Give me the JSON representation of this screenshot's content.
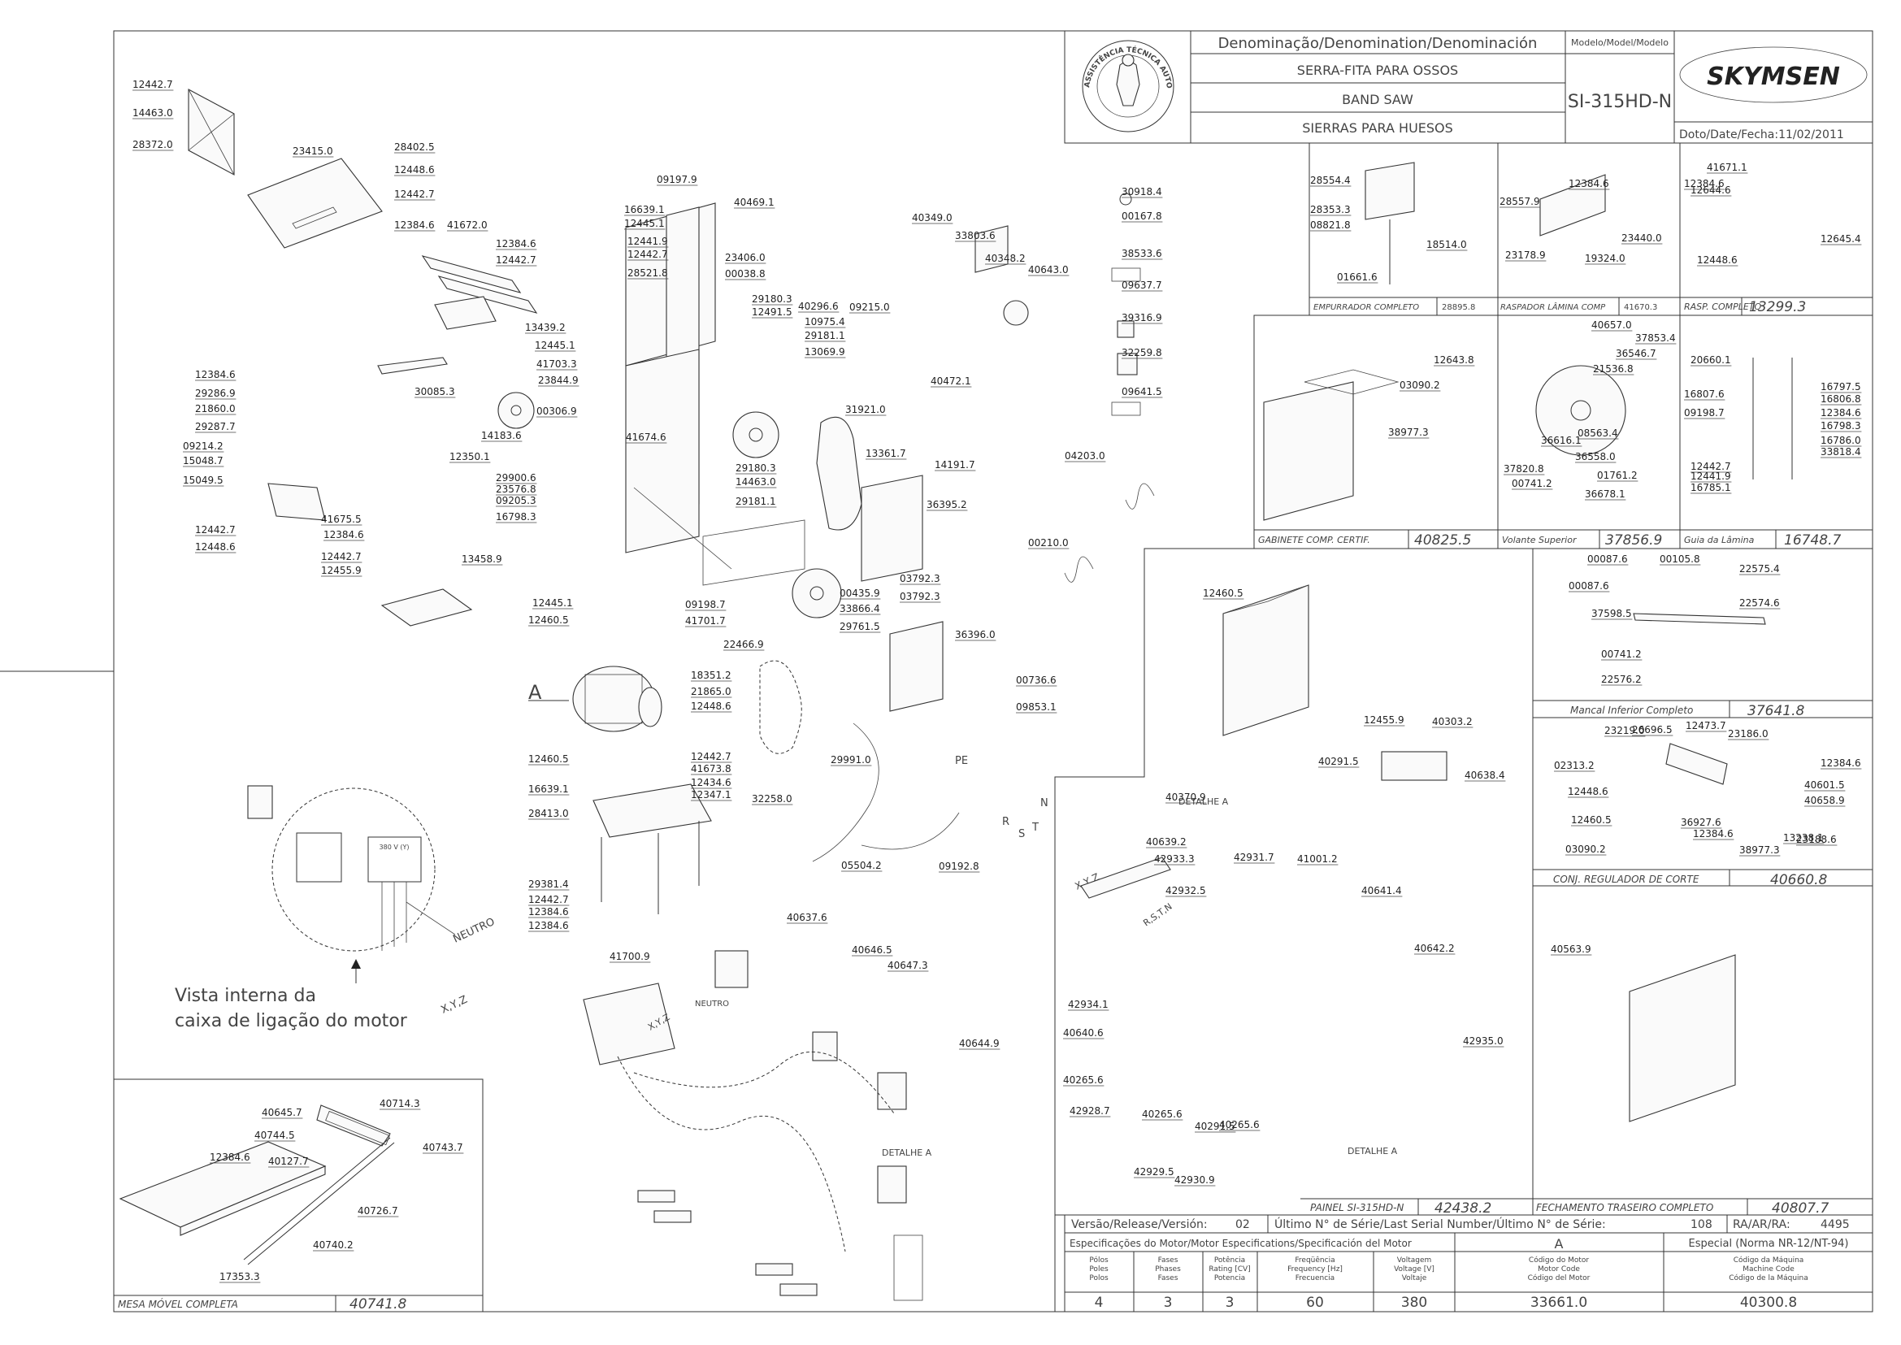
{
  "title_block": {
    "denomination_header": "Denominação/Denomination/Denominación",
    "model_header": "Modelo/Model/Modelo",
    "names": [
      "SERRA-FITA PARA OSSOS",
      "BAND SAW",
      "SIERRAS PARA HUESOS"
    ],
    "model": "SI-315HD-N",
    "brand": "SKYMSEN",
    "seal_text": "ASSISTÊNCIA TÉCNICA AUTORIZADA",
    "date_label": "Doto/Date/Fecha:",
    "date": "11/02/2011"
  },
  "assemblies": [
    {
      "name": "EMPURRADOR COMPLETO",
      "code": "28895.8"
    },
    {
      "name": "RASPADOR LÂMINA COMP",
      "code": "41670.3"
    },
    {
      "name": "RASP. COMPLETO",
      "code": "13299.3"
    },
    {
      "name": "GABINETE COMP. CERTIF.",
      "code": "40825.5"
    },
    {
      "name": "Volante Superior",
      "code": "37856.9"
    },
    {
      "name": "Guia da Lâmina",
      "code": "16748.7"
    },
    {
      "name": "Mancal Inferior Completo",
      "code": "37641.8"
    },
    {
      "name": "CONJ. REGULADOR DE CORTE",
      "code": "40660.8"
    },
    {
      "name": "PAINEL SI-315HD-N",
      "code": "42438.2"
    },
    {
      "name": "FECHAMENTO TRASEIRO COMPLETO",
      "code": "40807.7"
    },
    {
      "name": "MESA MÓVEL COMPLETA",
      "code": "40741.8"
    }
  ],
  "annotations": {
    "motor_view": [
      "Vista interna da",
      "caixa de ligação do motor"
    ],
    "detail_a": "DETALHE A",
    "neutro": "NEUTRO",
    "xyz": "X,Y,Z",
    "voltage_box": "380 V (Y)",
    "callout_a": "A",
    "wire_labels": [
      "PE",
      "N",
      "R",
      "S",
      "T"
    ],
    "rstn": "R,S,T,N"
  },
  "footer": {
    "version_label": "Versão/Release/Versión:",
    "version": "02",
    "serial_label": "Último N° de Série/Last Serial Number/Último N° de Série:",
    "serial": "108",
    "ra_label": "RA/AR/RA:",
    "ra": "4495",
    "motor_spec_label": "Especificações do Motor/Motor Especifications/Specificación del Motor",
    "motor_letter": "A",
    "special_label": "Especial (Norma NR-12/NT-94)",
    "columns": [
      "Pólos\nPoles\nPolos",
      "Fases\nPhases\nFases",
      "Potência\nRating [CV]\nPotencia",
      "Freqüência\nFrequency [Hz]\nFrecuencia",
      "Voltagem\nVoltage [V]\nVoltaje",
      "Código do Motor\nMotor Code\nCódigo del Motor",
      "Código da Máquina\nMachine Code\nCódigo de la Máquina"
    ],
    "values": [
      "4",
      "3",
      "3",
      "60",
      "380",
      "33661.0",
      "40300.8"
    ]
  },
  "part_numbers": [
    "12442.7",
    "14463.0",
    "28372.0",
    "23415.0",
    "28402.5",
    "12448.6",
    "12442.7",
    "12384.6",
    "41672.0",
    "12384.6",
    "12442.7",
    "30085.3",
    "12384.6",
    "29286.9",
    "21860.0",
    "29287.7",
    "09214.2",
    "15048.7",
    "15049.5",
    "12442.7",
    "12448.6",
    "41675.5",
    "12384.6",
    "12442.7",
    "12455.9",
    "13458.9",
    "09197.9",
    "40469.1",
    "16639.1",
    "12445.1",
    "12441.9",
    "12442.7",
    "28521.8",
    "23406.0",
    "00038.8",
    "29180.3",
    "12491.5",
    "40296.6",
    "10975.4",
    "29181.1",
    "13069.9",
    "13439.2",
    "12445.1",
    "41703.3",
    "23844.9",
    "14183.6",
    "00306.9",
    "12350.1",
    "41674.6",
    "29900.6",
    "23576.8",
    "09205.3",
    "16798.3",
    "29180.3",
    "14463.0",
    "29181.1",
    "09198.7",
    "41701.7",
    "00435.9",
    "33866.4",
    "29761.5",
    "40349.0",
    "33803.6",
    "40348.2",
    "40643.0",
    "09215.0",
    "40472.1",
    "31921.0",
    "13361.7",
    "14191.7",
    "36395.2",
    "03792.3",
    "03792.3",
    "36396.0",
    "30918.4",
    "00167.8",
    "38533.6",
    "09637.7",
    "39316.9",
    "32259.8",
    "09641.5",
    "04203.0",
    "00210.0",
    "12445.1",
    "12460.5",
    "18351.2",
    "21865.0",
    "12448.6",
    "12442.7",
    "41673.8",
    "12460.5",
    "16639.1",
    "12434.6",
    "12347.1",
    "28413.0",
    "29381.4",
    "12442.7",
    "12384.6",
    "12384.6",
    "41700.9",
    "22466.9",
    "00736.6",
    "09853.1",
    "29991.0",
    "32258.0",
    "05504.2",
    "09192.8",
    "40637.6",
    "40646.5",
    "40647.3",
    "40644.9",
    "40645.7",
    "40714.3",
    "40744.5",
    "40127.7",
    "40743.7",
    "12384.6",
    "40726.7",
    "40740.2",
    "17353.3",
    "12384.6",
    "12384.6",
    "28554.4",
    "28353.3",
    "08821.8",
    "18514.0",
    "01661.6",
    "28557.9",
    "23440.0",
    "23178.9",
    "19324.0",
    "41671.1",
    "12644.6",
    "12645.4",
    "12448.6",
    "12643.8",
    "03090.2",
    "38977.3",
    "40657.0",
    "37853.4",
    "36546.7",
    "21536.8",
    "08563.4",
    "36616.1",
    "36558.0",
    "37820.8",
    "00741.2",
    "01761.2",
    "36678.1",
    "20660.1",
    "16797.5",
    "16807.6",
    "16806.8",
    "09198.7",
    "12384.6",
    "16798.3",
    "16786.0",
    "33818.4",
    "12442.7",
    "12441.9",
    "16785.1",
    "12460.5",
    "12455.9",
    "40303.2",
    "40291.5",
    "40638.4",
    "40370.9",
    "40639.2",
    "42933.3",
    "42932.5",
    "42931.7",
    "41001.2",
    "40641.4",
    "40642.2",
    "42934.1",
    "42935.0",
    "40640.6",
    "40265.6",
    "42928.7",
    "40265.6",
    "40291.5",
    "40265.6",
    "42929.5",
    "42930.9",
    "00087.6",
    "00105.8",
    "22575.4",
    "00087.6",
    "37598.5",
    "22574.6",
    "00741.2",
    "22576.2",
    "23219.0",
    "26696.5",
    "12473.7",
    "23186.0",
    "02313.2",
    "12384.6",
    "40601.5",
    "12448.6",
    "40658.9",
    "36927.6",
    "23188.6",
    "12460.5",
    "12384.6",
    "13238.1",
    "03090.2",
    "38977.3",
    "40563.9"
  ]
}
